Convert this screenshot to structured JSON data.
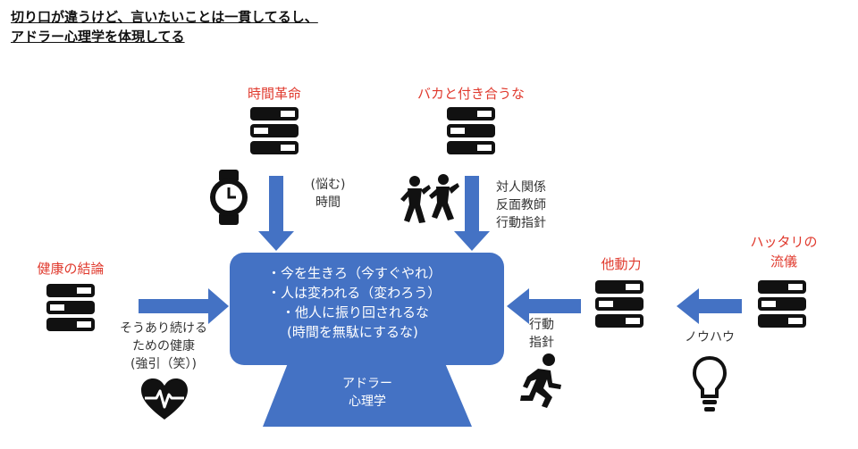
{
  "title": {
    "line1": "切り口が違うけど、言いたいことは一貫してるし、",
    "line2": "アドラー心理学を体現してる"
  },
  "center": {
    "lines": [
      "・今を生きろ（今すぐやれ）",
      "・人は変われる（変わろう）",
      "・他人に振り回されるな",
      "(時間を無駄にするな)"
    ],
    "base_label_1": "アドラー",
    "base_label_2": "心理学"
  },
  "books": {
    "jikan": {
      "label": "時間革命",
      "note_1": "(悩む)",
      "note_2": "時間"
    },
    "baka": {
      "label": "バカと付き合うな",
      "note_1": "対人関係",
      "note_2": "反面教師",
      "note_3": "行動指針"
    },
    "kenko": {
      "label": "健康の結論",
      "note_1": "そうあり続ける",
      "note_2": "ための健康",
      "note_3": "(強引（笑）)"
    },
    "tadoryoku": {
      "label": "他動力",
      "note_1": "行動",
      "note_2": "指針"
    },
    "hattari": {
      "label_1": "ハッタリの",
      "label_2": "流儀",
      "note_1": "ノウハウ"
    }
  },
  "colors": {
    "accent_blue": "#4472c4",
    "label_red": "#e03a2e",
    "icon": "#111111"
  }
}
